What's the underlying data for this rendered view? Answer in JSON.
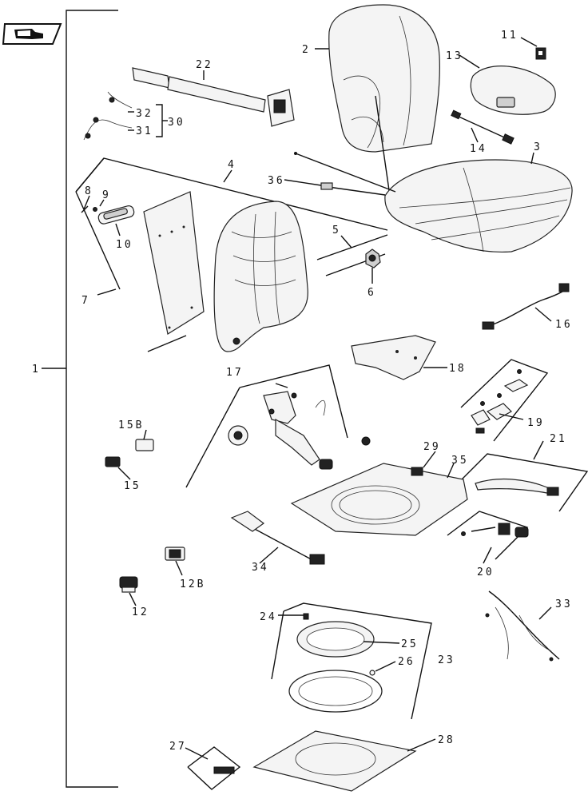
{
  "diagram": {
    "labels": {
      "l1": "1",
      "l2": "2",
      "l3": "3",
      "l4": "4",
      "l5": "5",
      "l6": "6",
      "l7": "7",
      "l8": "8",
      "l9": "9",
      "l10": "10",
      "l11": "11",
      "l12": "12",
      "l12b": "12B",
      "l13": "13",
      "l14": "14",
      "l15": "15",
      "l15b": "15B",
      "l16": "16",
      "l17": "17",
      "l18": "18",
      "l19": "19",
      "l20": "20",
      "l21": "21",
      "l22": "22",
      "l23": "23",
      "l24": "24",
      "l25": "25",
      "l26": "26",
      "l27": "27",
      "l28": "28",
      "l29": "29",
      "l30": "30",
      "l31": "31",
      "l32": "32",
      "l33": "33",
      "l34": "34",
      "l35": "35",
      "l36": "36"
    },
    "icons": {
      "nav": "book-arrow-icon"
    }
  }
}
